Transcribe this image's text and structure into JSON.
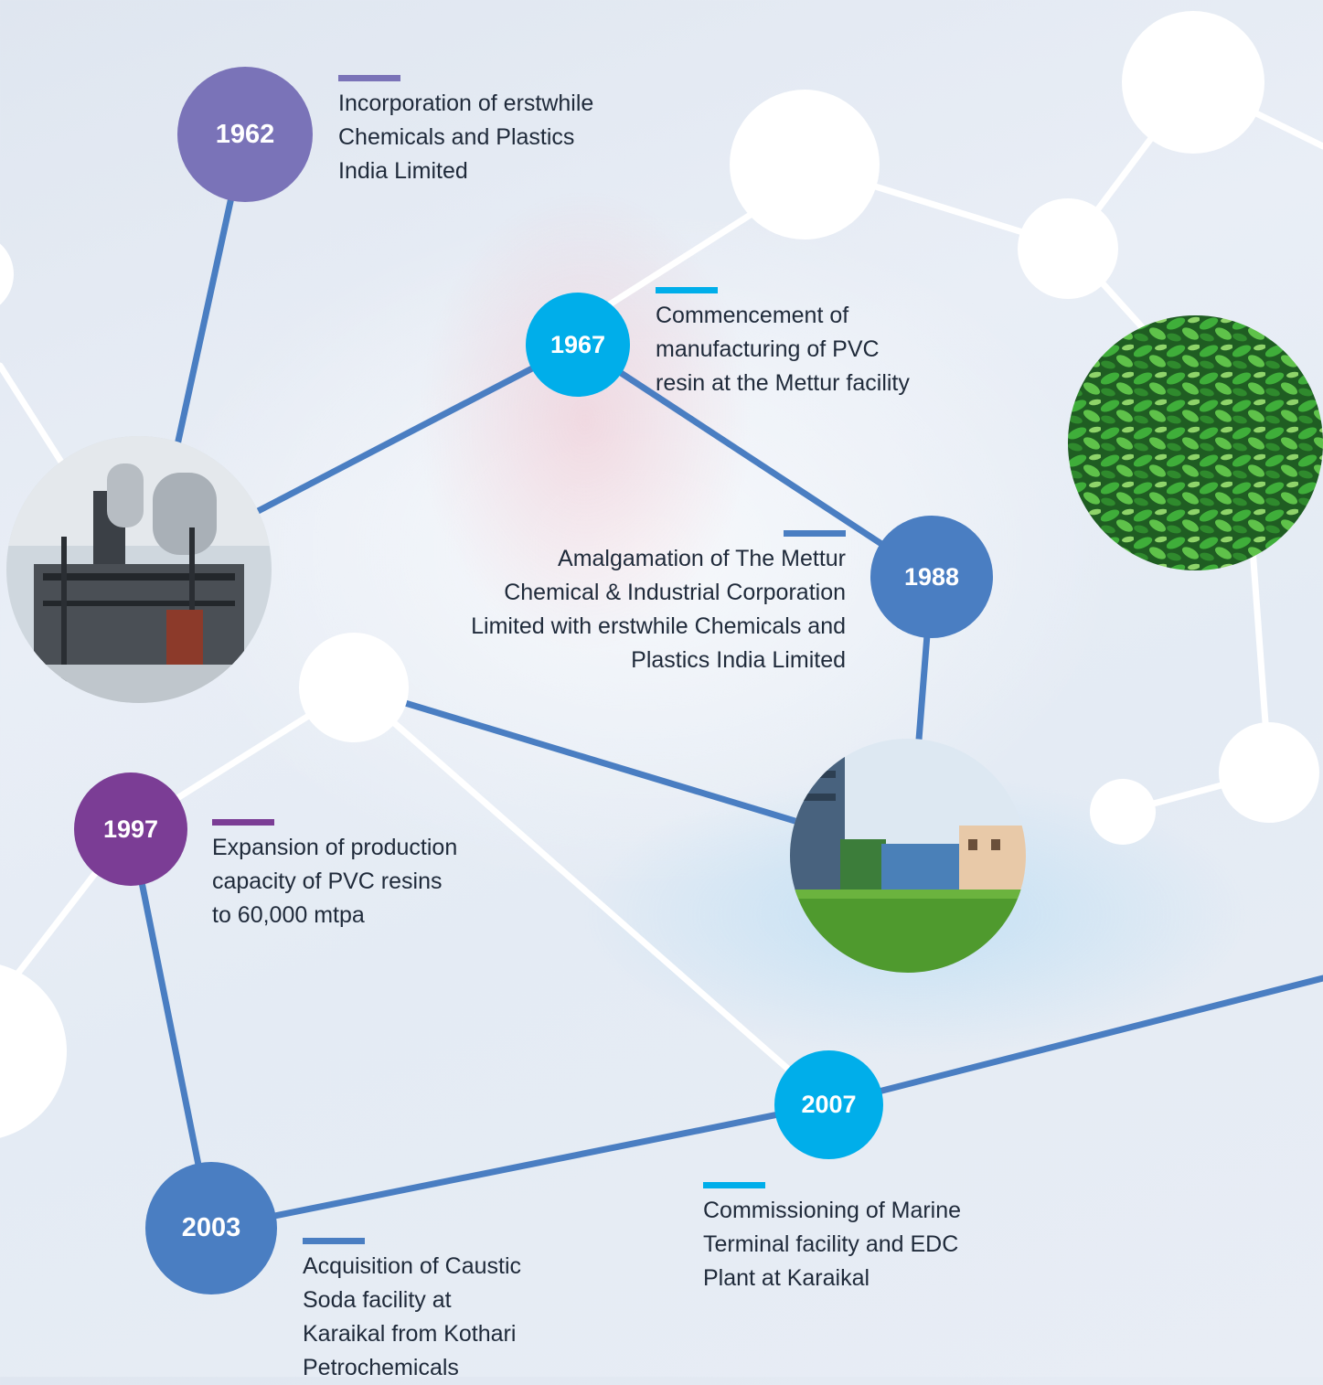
{
  "colors": {
    "purple_light": "#7a73b8",
    "purple_dark": "#7b3d95",
    "cyan": "#00aeea",
    "blue": "#4a7ec2",
    "line_blue": "#4a7ec2",
    "line_white": "#ffffff"
  },
  "milestones": [
    {
      "year": "1962",
      "text": "Incorporation of erstwhile\nChemicals and Plastics\nIndia Limited",
      "color": "#7a73b8"
    },
    {
      "year": "1967",
      "text": "Commencement of\nmanufacturing of PVC\nresin at the Mettur facility",
      "color": "#00aeea"
    },
    {
      "year": "1988",
      "text": "Amalgamation of The Mettur\nChemical & Industrial Corporation\nLimited with erstwhile Chemicals and\nPlastics India Limited",
      "color": "#4a7ec2"
    },
    {
      "year": "1997",
      "text": "Expansion of production\ncapacity of PVC resins\nto 60,000 mtpa",
      "color": "#7b3d95"
    },
    {
      "year": "2003",
      "text": "Acquisition of Caustic\nSoda facility at\nKaraikal from Kothari\nPetrochemicals",
      "color": "#4a7ec2"
    },
    {
      "year": "2007",
      "text": "Commissioning of Marine\nTerminal facility and EDC\nPlant at Karaikal",
      "color": "#00aeea"
    }
  ],
  "photos": [
    {
      "name": "plant-photo",
      "subject": "chemical plant"
    },
    {
      "name": "resin-photo",
      "subject": "green resin pellets"
    },
    {
      "name": "building-photo",
      "subject": "factory building"
    }
  ]
}
